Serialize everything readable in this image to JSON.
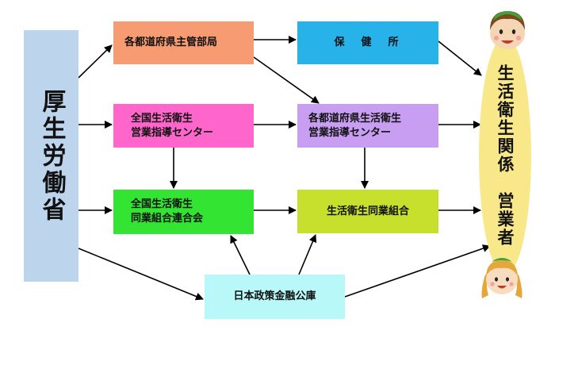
{
  "nodes": {
    "mhlw": "厚生労働省",
    "prefectural_department": "各都道府県主管部局",
    "health_center": "保　健　所",
    "national_guidance_center": "全国生活衛生\n営業指導センター",
    "prefectural_guidance_center": "各都道府県生活衛生\n営業指導センター",
    "national_union_federation": "全国生活衛生\n同業組合連合会",
    "sanitation_union": "生活衛生同業組合",
    "finance_corporation": "日本政策金融公庫",
    "business_operators": "生活衛生関係　営業者"
  },
  "colors": {
    "mhlw": "#bcd5ec",
    "prefectural_department": "#f79b72",
    "health_center": "#27b2ea",
    "national_guidance_center": "#ff66cc",
    "prefectural_guidance_center": "#c79ef2",
    "national_union_federation": "#33e433",
    "sanitation_union": "#c6e02d",
    "finance_corporation": "#b8f8f8",
    "business_operators": "#f9e88a"
  },
  "icons": [
    "boy-face-icon",
    "girl-face-icon"
  ]
}
